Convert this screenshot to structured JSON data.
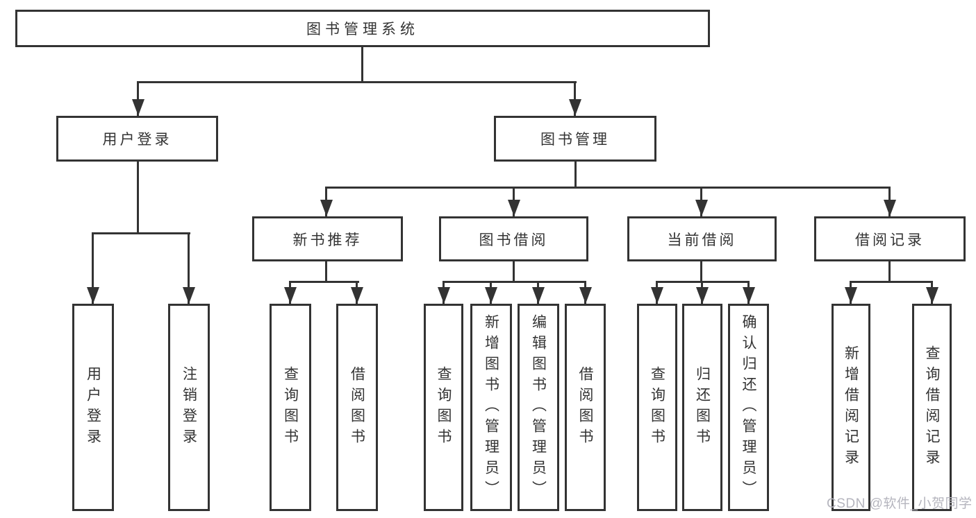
{
  "diagram": {
    "title": "图书管理系统",
    "level2": [
      {
        "label": "用户登录",
        "children": [
          {
            "label": "用户登录"
          },
          {
            "label": "注销登录"
          }
        ]
      },
      {
        "label": "图书管理",
        "children": [
          {
            "label": "新书推荐",
            "children": [
              {
                "label": "查询图书"
              },
              {
                "label": "借阅图书"
              }
            ]
          },
          {
            "label": "图书借阅",
            "children": [
              {
                "label": "查询图书"
              },
              {
                "label": "新增图书（管理员）"
              },
              {
                "label": "编辑图书（管理员）"
              },
              {
                "label": "借阅图书"
              }
            ]
          },
          {
            "label": "当前借阅",
            "children": [
              {
                "label": "查询图书"
              },
              {
                "label": "归还图书"
              },
              {
                "label": "确认归还（管理员）"
              }
            ]
          },
          {
            "label": "借阅记录",
            "children": [
              {
                "label": "新增借阅记录"
              },
              {
                "label": "查询借阅记录"
              }
            ]
          }
        ]
      }
    ]
  },
  "watermark": {
    "text": "CSDN @软件_小贺同学"
  },
  "colors": {
    "line": "#333333",
    "text": "#333333",
    "background": "#ffffff",
    "watermark": "#b5b5be"
  }
}
